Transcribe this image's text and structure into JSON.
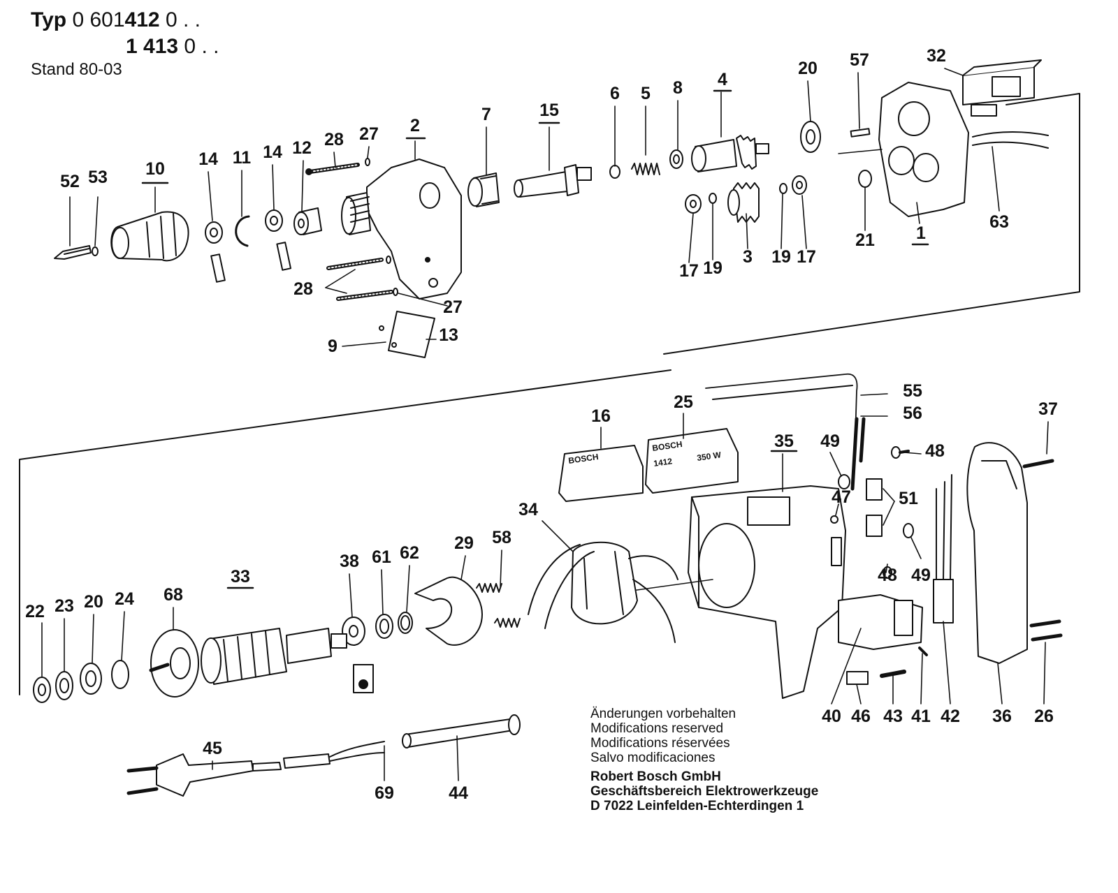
{
  "header": {
    "typ_label": "Typ",
    "line1_prefix": "0 601",
    "line1_bold": "412",
    "line1_suffix": "0 . .",
    "line2_bold": "1 413",
    "line2_suffix": "0 . .",
    "stand": "Stand 80-03"
  },
  "footer": {
    "notes": [
      "Änderungen vorbehalten",
      "Modifications reserved",
      "Modifications réservées",
      "Salvo modificaciones"
    ],
    "company": [
      "Robert Bosch GmbH",
      "Geschäftsbereich Elektrowerkzeuge",
      "D 7022 Leinfelden-Echterdingen 1"
    ]
  },
  "plates": {
    "p16_brand": "BOSCH",
    "p25_brand": "BOSCH",
    "p25_model": "1412",
    "p25_power": "350 W"
  },
  "parts": [
    {
      "id": "p52",
      "label": "52"
    },
    {
      "id": "p53",
      "label": "53"
    },
    {
      "id": "p10",
      "label": "10"
    },
    {
      "id": "p14a",
      "label": "14"
    },
    {
      "id": "p11",
      "label": "11"
    },
    {
      "id": "p14b",
      "label": "14"
    },
    {
      "id": "p12",
      "label": "12"
    },
    {
      "id": "p28a",
      "label": "28"
    },
    {
      "id": "p27a",
      "label": "27"
    },
    {
      "id": "p2",
      "label": "2"
    },
    {
      "id": "p7",
      "label": "7"
    },
    {
      "id": "p15",
      "label": "15"
    },
    {
      "id": "p6",
      "label": "6"
    },
    {
      "id": "p5",
      "label": "5"
    },
    {
      "id": "p8",
      "label": "8"
    },
    {
      "id": "p4",
      "label": "4"
    },
    {
      "id": "p20a",
      "label": "20"
    },
    {
      "id": "p57",
      "label": "57"
    },
    {
      "id": "p32",
      "label": "32"
    },
    {
      "id": "p63",
      "label": "63"
    },
    {
      "id": "p1",
      "label": "1"
    },
    {
      "id": "p21",
      "label": "21"
    },
    {
      "id": "p17a",
      "label": "17"
    },
    {
      "id": "p19a",
      "label": "19"
    },
    {
      "id": "p3",
      "label": "3"
    },
    {
      "id": "p19b",
      "label": "19"
    },
    {
      "id": "p17b",
      "label": "17"
    },
    {
      "id": "p28b",
      "label": "28"
    },
    {
      "id": "p27b",
      "label": "27"
    },
    {
      "id": "p9",
      "label": "9"
    },
    {
      "id": "p13",
      "label": "13"
    },
    {
      "id": "p16",
      "label": "16"
    },
    {
      "id": "p25",
      "label": "25"
    },
    {
      "id": "p55",
      "label": "55"
    },
    {
      "id": "p56",
      "label": "56"
    },
    {
      "id": "p37",
      "label": "37"
    },
    {
      "id": "p35",
      "label": "35"
    },
    {
      "id": "p49a",
      "label": "49"
    },
    {
      "id": "p48a",
      "label": "48"
    },
    {
      "id": "p51",
      "label": "51"
    },
    {
      "id": "p47",
      "label": "47"
    },
    {
      "id": "p34",
      "label": "34"
    },
    {
      "id": "p58",
      "label": "58"
    },
    {
      "id": "p29",
      "label": "29"
    },
    {
      "id": "p38",
      "label": "38"
    },
    {
      "id": "p61",
      "label": "61"
    },
    {
      "id": "p62",
      "label": "62"
    },
    {
      "id": "p33",
      "label": "33"
    },
    {
      "id": "p68",
      "label": "68"
    },
    {
      "id": "p22",
      "label": "22"
    },
    {
      "id": "p23",
      "label": "23"
    },
    {
      "id": "p20b",
      "label": "20"
    },
    {
      "id": "p24",
      "label": "24"
    },
    {
      "id": "p48b",
      "label": "48"
    },
    {
      "id": "p49b",
      "label": "49"
    },
    {
      "id": "p40",
      "label": "40"
    },
    {
      "id": "p46",
      "label": "46"
    },
    {
      "id": "p43",
      "label": "43"
    },
    {
      "id": "p41",
      "label": "41"
    },
    {
      "id": "p42",
      "label": "42"
    },
    {
      "id": "p36",
      "label": "36"
    },
    {
      "id": "p26",
      "label": "26"
    },
    {
      "id": "p45",
      "label": "45"
    },
    {
      "id": "p69",
      "label": "69"
    },
    {
      "id": "p44",
      "label": "44"
    }
  ]
}
